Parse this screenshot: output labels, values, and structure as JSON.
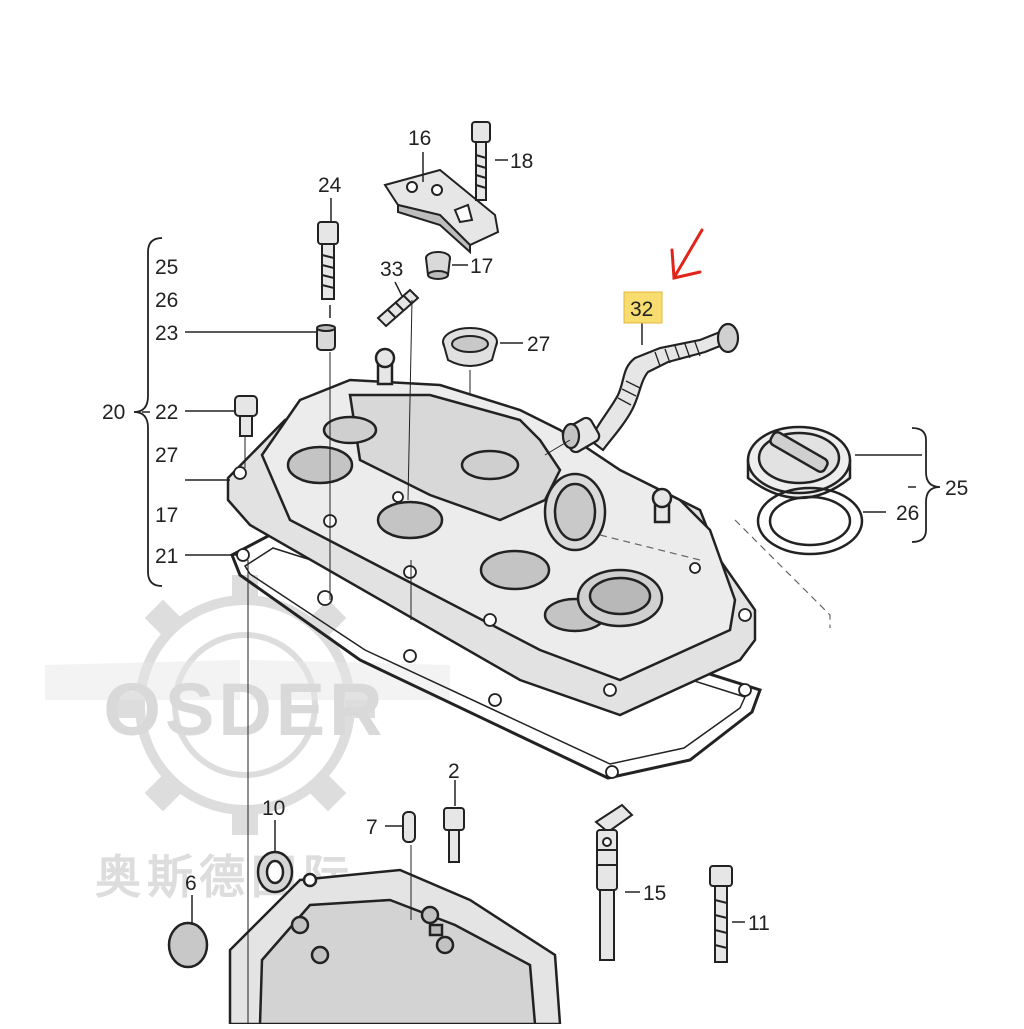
{
  "diagram": {
    "highlight_color": "#f7dc6f",
    "arrow_color": "#e2231a",
    "line_color": "#222222",
    "callouts": {
      "c16": "16",
      "c18": "18",
      "c24": "24",
      "c17_top": "17",
      "c33": "33",
      "c32": "32",
      "c27_right": "27",
      "b25": "25",
      "b26": "26",
      "b23": "23",
      "b20": "20",
      "b22": "22",
      "b27": "27",
      "b17": "17",
      "b21": "21",
      "r25": "25",
      "r26": "26",
      "c2": "2",
      "c7": "7",
      "c10": "10",
      "c6": "6",
      "c15": "15",
      "c11": "11"
    },
    "watermark": {
      "brand": "OSDER",
      "chinese": "奥斯德国际"
    }
  }
}
